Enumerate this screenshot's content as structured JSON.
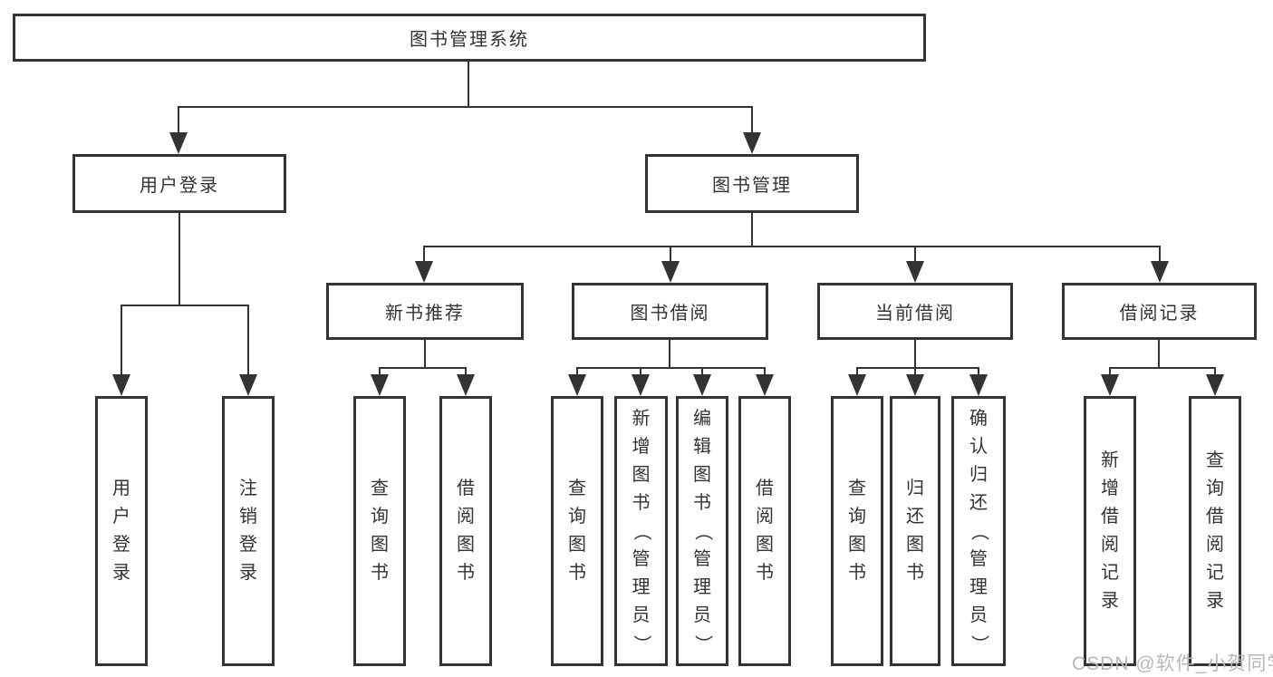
{
  "nodes": {
    "root": "图书管理系统",
    "user_login": "用户登录",
    "book_mgmt": "图书管理",
    "l4_user_login": "用户登录",
    "l4_logout": "注销登录",
    "new_books": "新书推荐",
    "book_borrow": "图书借阅",
    "current_borrow": "当前借阅",
    "borrow_records": "借阅记录",
    "nb_query": "查询图书",
    "nb_borrow": "借阅图书",
    "bb_query": "查询图书",
    "bb_add": "新增图书（管理员）",
    "bb_edit": "编辑图书（管理员）",
    "bb_borrow": "借阅图书",
    "cb_query": "查询图书",
    "cb_return": "归还图书",
    "cb_confirm": "确认归还（管理员）",
    "br_add": "新增借阅记录",
    "br_query": "查询借阅记录"
  },
  "watermark": "CSDN @软件_小贺同学",
  "colors": {
    "line": "#333333",
    "text": "#333333",
    "watermark": "#b8b8b8",
    "background": "#ffffff"
  }
}
